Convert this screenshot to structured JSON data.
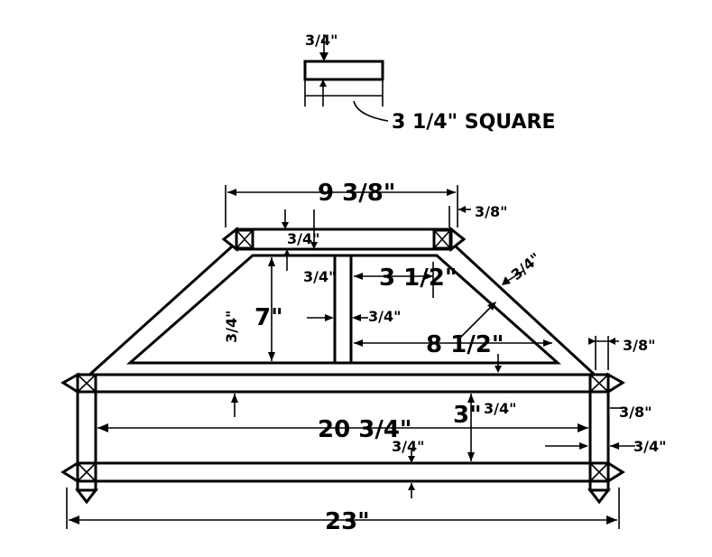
{
  "colors": {
    "ink": "#000000",
    "paper": "#ffffff"
  },
  "labels": {
    "block_thickness": "3/4\"",
    "block_square": "3 1/4\" SQUARE",
    "top_width": "9 3/8\"",
    "top_end_offset": "3/8\"",
    "top_rail_thickness": "3/4\"",
    "inner_gap": "3/4\"",
    "inner_height": "7\"",
    "center_post_width": "3/4\"",
    "right_panel_top": "3 1/2\"",
    "right_panel_bottom": "8 1/2\"",
    "diagonal_thickness": "3/4\"",
    "left_diagonal_base": "3/4\"",
    "right_end_offset_top": "3/8\"",
    "bottom_inner_width": "20 3/4\"",
    "rail_spacing": "3\"",
    "rail_thickness_a": "3/4\"",
    "rail_thickness_b": "3/4\"",
    "right_end_offset_mid": "3/8\"",
    "right_post_width": "3/4\"",
    "overall_width": "23\""
  }
}
